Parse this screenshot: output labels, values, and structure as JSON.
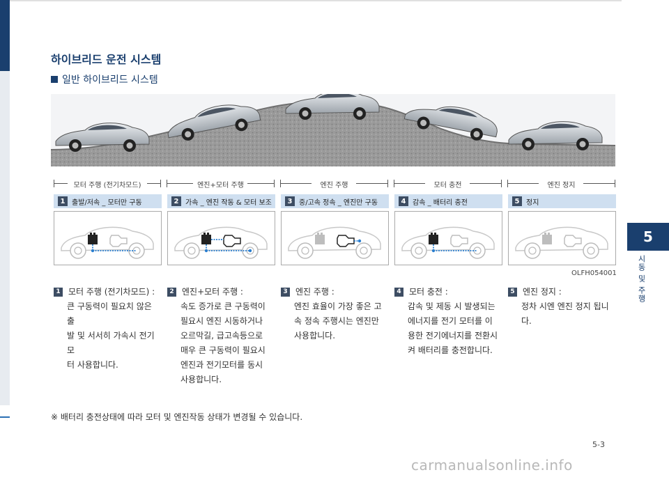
{
  "page_title": "하이브리드 운전 시스템",
  "section_heading": "일반 하이브리드 시스템",
  "chapter": {
    "number": "5",
    "side_title": "시동 및 주행"
  },
  "mode_labels": [
    "모터 주행 (전기차모드)",
    "엔진+모터 주행",
    "엔진 주행",
    "모터 충전",
    "엔진 정지"
  ],
  "phases": [
    {
      "num": "1",
      "label": "출발/저속 _ 모터만 구동"
    },
    {
      "num": "2",
      "label": "가속 _ 엔진 작동 & 모터 보조"
    },
    {
      "num": "3",
      "label": "중/고속 정속 _ 엔진만 구동"
    },
    {
      "num": "4",
      "label": "감속 _ 배터리 충전"
    },
    {
      "num": "5",
      "label": "정지"
    }
  ],
  "figure_code": "OLFH054001",
  "descriptions": [
    {
      "num": "1",
      "title": "모터 주행 (전기차모드) :",
      "lines": [
        "큰 구동력이 필요치 않은 출",
        "발 및 서서히 가속시 전기모",
        "터 사용합니다."
      ]
    },
    {
      "num": "2",
      "title": "엔진+모터 주행 :",
      "lines": [
        "속도 증가로 큰 구동력이",
        "필요시 엔진 시동하거나",
        "오르막길, 급고속등으로",
        "매우 큰 구동력이 필요시",
        "엔진과 전기모터를 동시",
        "사용합니다."
      ]
    },
    {
      "num": "3",
      "title": "엔진 주행 :",
      "lines": [
        "엔진 효율이 가장 좋은 고",
        "속 정속 주행시는 엔진만",
        "사용합니다."
      ]
    },
    {
      "num": "4",
      "title": "모터 충전 :",
      "lines": [
        "감속 및 제동 시 발생되는",
        "에너지를 전기 모터를 이",
        "용한 전기에너지를 전환시",
        "켜 배터리를 충전합니다."
      ]
    },
    {
      "num": "5",
      "title": "엔진 정지 :",
      "lines": [
        "정차 시엔 엔진 정지 됩니",
        "다."
      ]
    }
  ],
  "note": "※ 배터리 충전상태에 따라 모터 및 엔진작동 상태가 변경될 수 있습니다.",
  "page_number": "5-3",
  "watermark": "carmanualsonline.info",
  "colors": {
    "brand": "#1a3f6e",
    "phase_bg": "#cfdff0",
    "flow": "#2a7fd0"
  },
  "panel_flows": [
    {
      "battery": true,
      "engine": false,
      "flow": "battery-to-wheels"
    },
    {
      "battery": true,
      "engine": true,
      "flow": "both"
    },
    {
      "battery": false,
      "engine": true,
      "flow": "engine-only"
    },
    {
      "battery": true,
      "engine": false,
      "flow": "wheels-to-battery"
    },
    {
      "battery": false,
      "engine": false,
      "flow": "none"
    }
  ]
}
